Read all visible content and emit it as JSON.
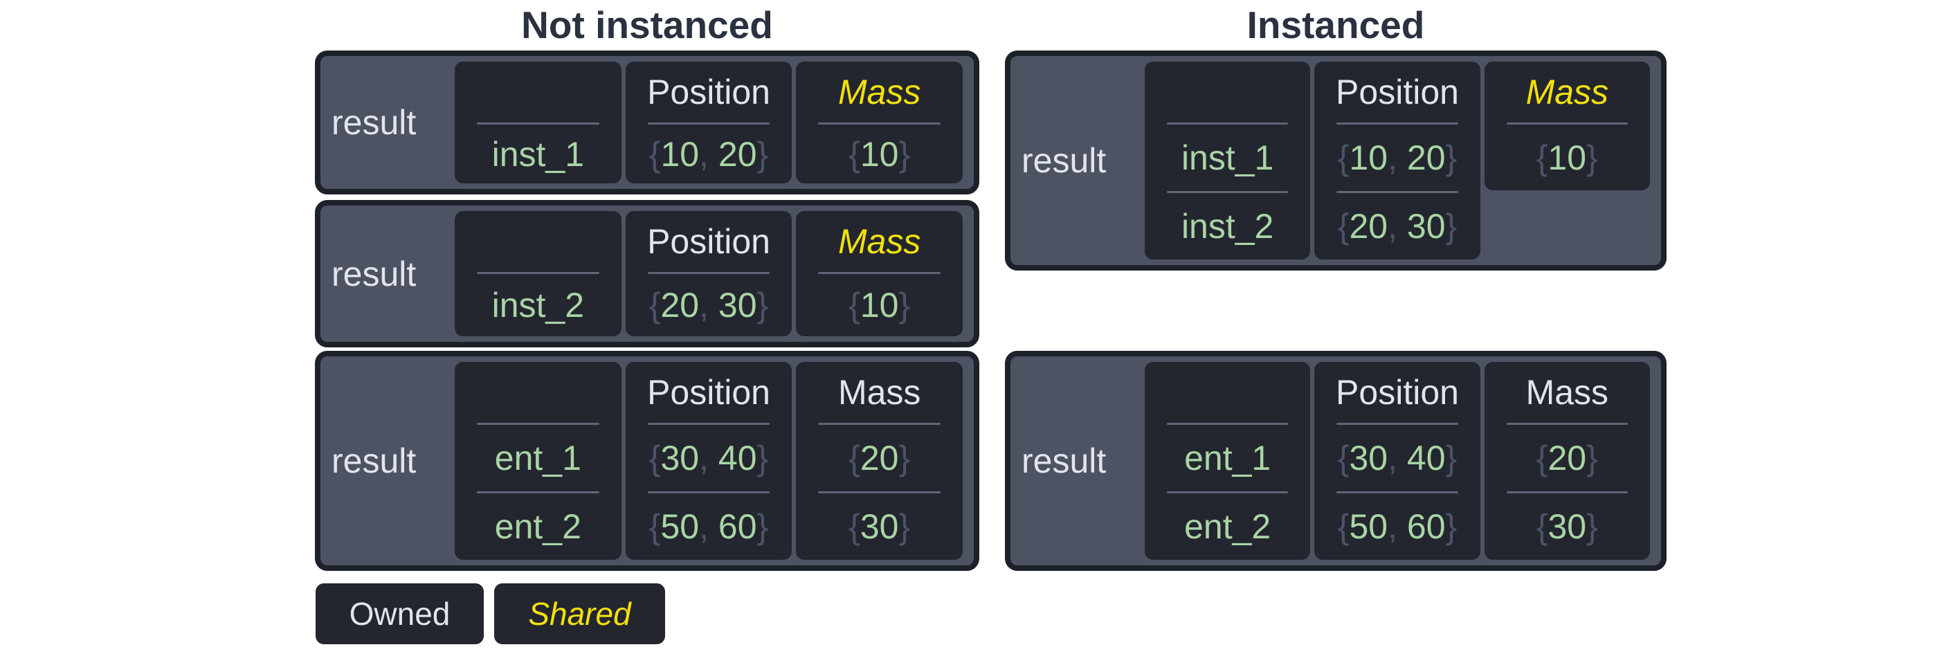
{
  "titles": {
    "left": "Not instanced",
    "right": "Instanced"
  },
  "punct": {
    "open": "{",
    "sep": ", ",
    "close": "}"
  },
  "legend": {
    "owned": "Owned",
    "shared": "Shared"
  },
  "colors": {
    "background": "#ffffff",
    "container": "#4e5363",
    "cell": "#23262f",
    "border": "#1d212a",
    "owned_text": "#e2e5ed",
    "shared_text": "#f3e10a",
    "value_green": "#aad5a5",
    "punct_gray": "#4c5366",
    "divider": "#5f6678",
    "title": "#2a3140"
  },
  "tables": {
    "nl1": {
      "result": "result",
      "entity": {
        "header": "",
        "rows": [
          "inst_1"
        ]
      },
      "position": {
        "header": "Position",
        "rows": [
          [
            "10",
            "20"
          ]
        ]
      },
      "mass": {
        "header": "Mass",
        "shared": true,
        "rows": [
          [
            "10"
          ]
        ]
      }
    },
    "nl2": {
      "result": "result",
      "entity": {
        "header": "",
        "rows": [
          "inst_2"
        ]
      },
      "position": {
        "header": "Position",
        "rows": [
          [
            "20",
            "30"
          ]
        ]
      },
      "mass": {
        "header": "Mass",
        "shared": true,
        "rows": [
          [
            "10"
          ]
        ]
      }
    },
    "nl3": {
      "result": "result",
      "entity": {
        "header": "",
        "rows": [
          "ent_1",
          "ent_2"
        ]
      },
      "position": {
        "header": "Position",
        "rows": [
          [
            "30",
            "40"
          ],
          [
            "50",
            "60"
          ]
        ]
      },
      "mass": {
        "header": "Mass",
        "shared": false,
        "rows": [
          [
            "20"
          ],
          [
            "30"
          ]
        ]
      }
    },
    "r1": {
      "result": "result",
      "entity": {
        "header": "",
        "rows": [
          "inst_1",
          "inst_2"
        ]
      },
      "position": {
        "header": "Position",
        "rows": [
          [
            "10",
            "20"
          ],
          [
            "20",
            "30"
          ]
        ]
      },
      "mass": {
        "header": "Mass",
        "shared": true,
        "rows": [
          [
            "10"
          ]
        ]
      }
    },
    "r2": {
      "result": "result",
      "entity": {
        "header": "",
        "rows": [
          "ent_1",
          "ent_2"
        ]
      },
      "position": {
        "header": "Position",
        "rows": [
          [
            "30",
            "40"
          ],
          [
            "50",
            "60"
          ]
        ]
      },
      "mass": {
        "header": "Mass",
        "shared": false,
        "rows": [
          [
            "20"
          ],
          [
            "30"
          ]
        ]
      }
    }
  }
}
